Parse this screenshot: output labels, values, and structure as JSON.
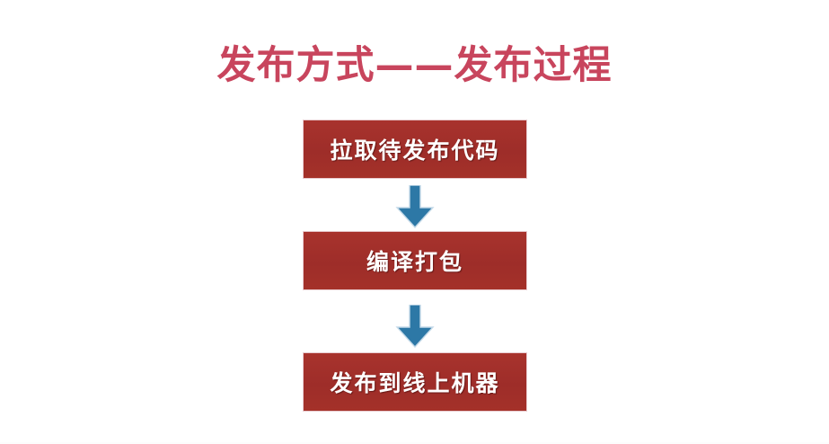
{
  "slide": {
    "title": "发布方式——发布过程",
    "background_color": "#ffffff",
    "title_color": "#c8455d"
  },
  "diagram": {
    "type": "vertical-flowchart",
    "box_fill_color": "#a32f2b",
    "box_text_color": "#ffffff",
    "box_border_color": "#e8ccd0",
    "arrow_color": "#2d78a6",
    "arrow_outline_color": "#b9d4e4",
    "steps": [
      {
        "label": "拉取待发布代码"
      },
      {
        "label": "编译打包"
      },
      {
        "label": "发布到线上机器"
      }
    ],
    "connectors": [
      {
        "name": "arrow-step1-to-step2",
        "direction": "down"
      },
      {
        "name": "arrow-step2-to-step3",
        "direction": "down"
      }
    ]
  }
}
